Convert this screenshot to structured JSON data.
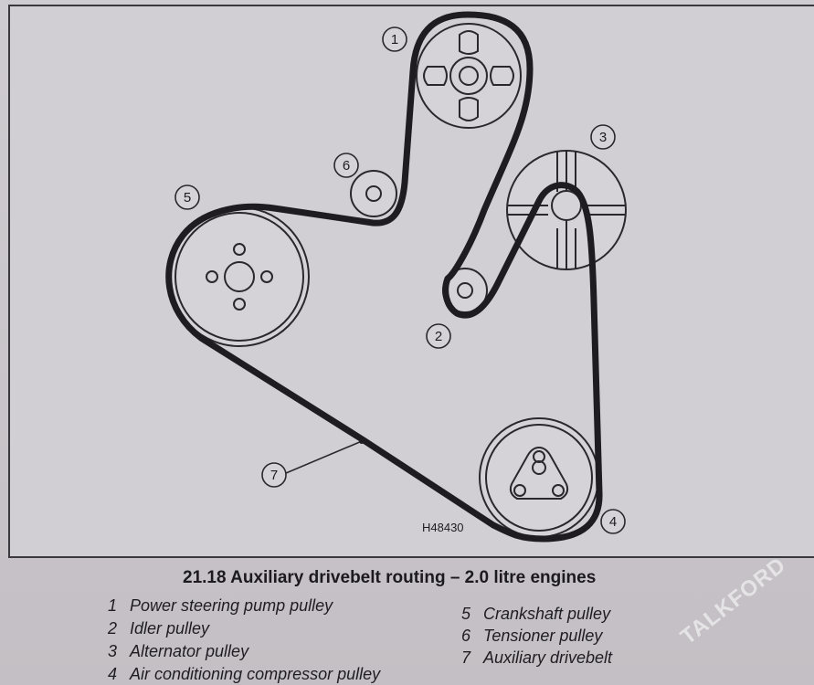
{
  "diagram": {
    "callouts": [
      "1",
      "2",
      "3",
      "4",
      "5",
      "6",
      "7"
    ],
    "figure_code": "H48430"
  },
  "caption": {
    "title": "21.18 Auxiliary drivebelt routing – 2.0 litre engines"
  },
  "legend": [
    {
      "num": "1",
      "label": "Power steering pump pulley"
    },
    {
      "num": "2",
      "label": "Idler pulley"
    },
    {
      "num": "3",
      "label": "Alternator pulley"
    },
    {
      "num": "4",
      "label": "Air conditioning compressor pulley"
    },
    {
      "num": "5",
      "label": "Crankshaft pulley"
    },
    {
      "num": "6",
      "label": "Tensioner pulley"
    },
    {
      "num": "7",
      "label": "Auxiliary drivebelt"
    }
  ],
  "watermark": "TALKFORD"
}
